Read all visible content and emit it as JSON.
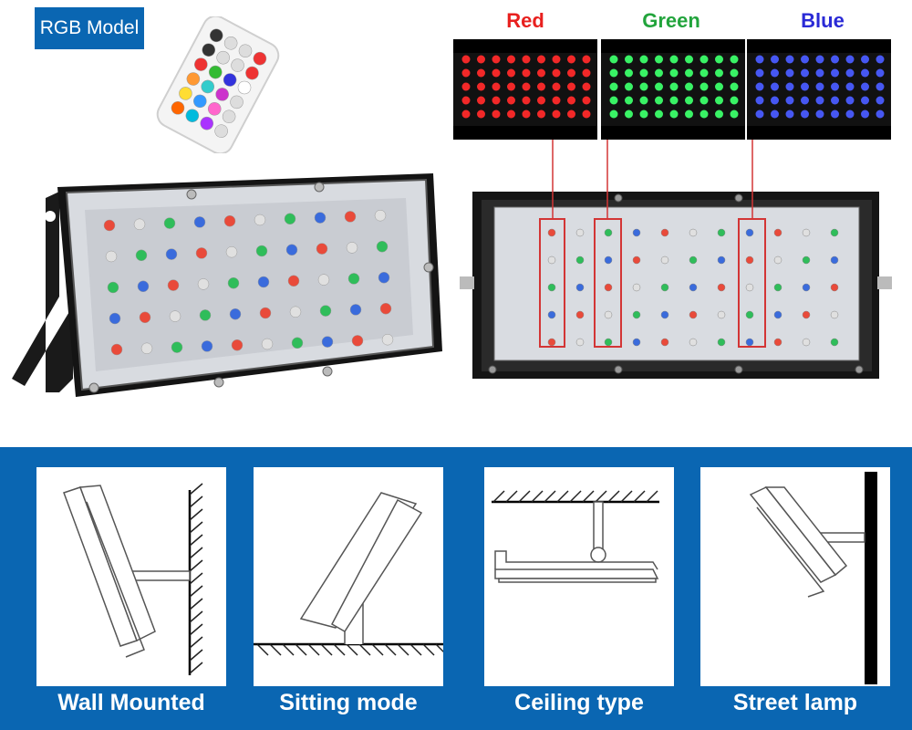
{
  "badge": {
    "label": "RGB Model"
  },
  "color_panels": [
    {
      "label": "Red",
      "color": "#e8201e"
    },
    {
      "label": "Green",
      "color": "#22a43c"
    },
    {
      "label": "Blue",
      "color": "#2a2ad6"
    }
  ],
  "mounting_modes": [
    {
      "label": "Wall Mounted"
    },
    {
      "label": "Sitting mode"
    },
    {
      "label": "Ceiling type"
    },
    {
      "label": "Street lamp"
    }
  ],
  "colors": {
    "brand_blue": "#0a66b2",
    "highlight_red": "#d33535"
  }
}
